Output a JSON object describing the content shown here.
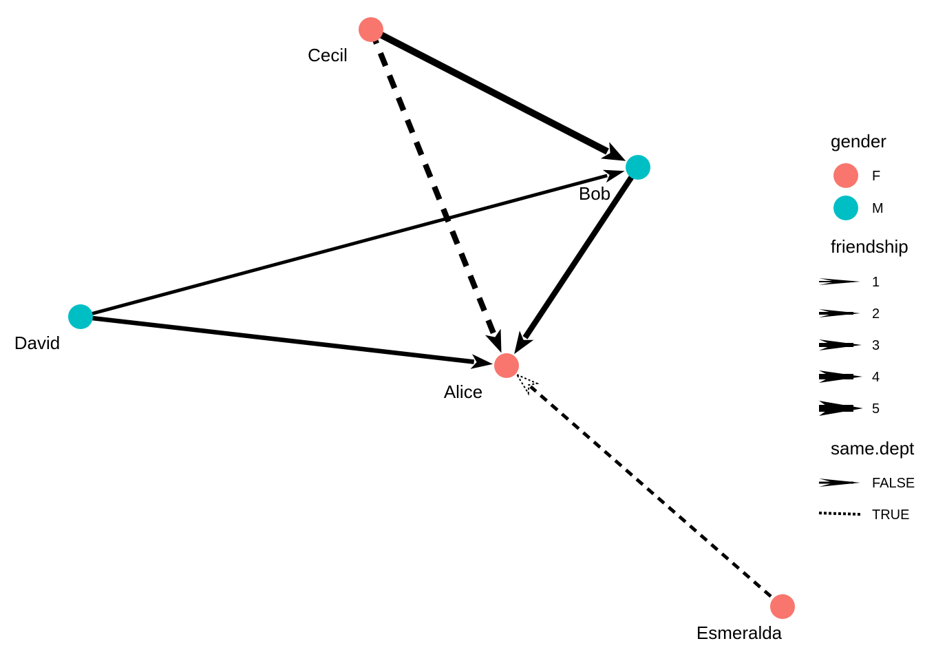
{
  "colors": {
    "F": "#F8766D",
    "M": "#00BFC4",
    "edge": "#000000"
  },
  "nodes": [
    {
      "id": "Cecil",
      "label": "Cecil",
      "gender": "F"
    },
    {
      "id": "Bob",
      "label": "Bob",
      "gender": "M"
    },
    {
      "id": "David",
      "label": "David",
      "gender": "M"
    },
    {
      "id": "Alice",
      "label": "Alice",
      "gender": "F"
    },
    {
      "id": "Esmeralda",
      "label": "Esmeralda",
      "gender": "F"
    }
  ],
  "edges": [
    {
      "from": "Cecil",
      "to": "Bob",
      "friendship": 5,
      "same_dept": false
    },
    {
      "from": "Cecil",
      "to": "Alice",
      "friendship": 4,
      "same_dept": true
    },
    {
      "from": "David",
      "to": "Bob",
      "friendship": 2,
      "same_dept": false
    },
    {
      "from": "David",
      "to": "Alice",
      "friendship": 3,
      "same_dept": false
    },
    {
      "from": "Bob",
      "to": "Alice",
      "friendship": 4,
      "same_dept": false
    },
    {
      "from": "Esmeralda",
      "to": "Alice",
      "friendship": 2,
      "same_dept": true
    }
  ],
  "legend": {
    "gender": {
      "title": "gender",
      "keys": [
        "F",
        "M"
      ]
    },
    "friendship": {
      "title": "friendship",
      "keys": [
        "1",
        "2",
        "3",
        "4",
        "5"
      ]
    },
    "same_dept": {
      "title": "same.dept",
      "keys": [
        "FALSE",
        "TRUE"
      ]
    }
  }
}
